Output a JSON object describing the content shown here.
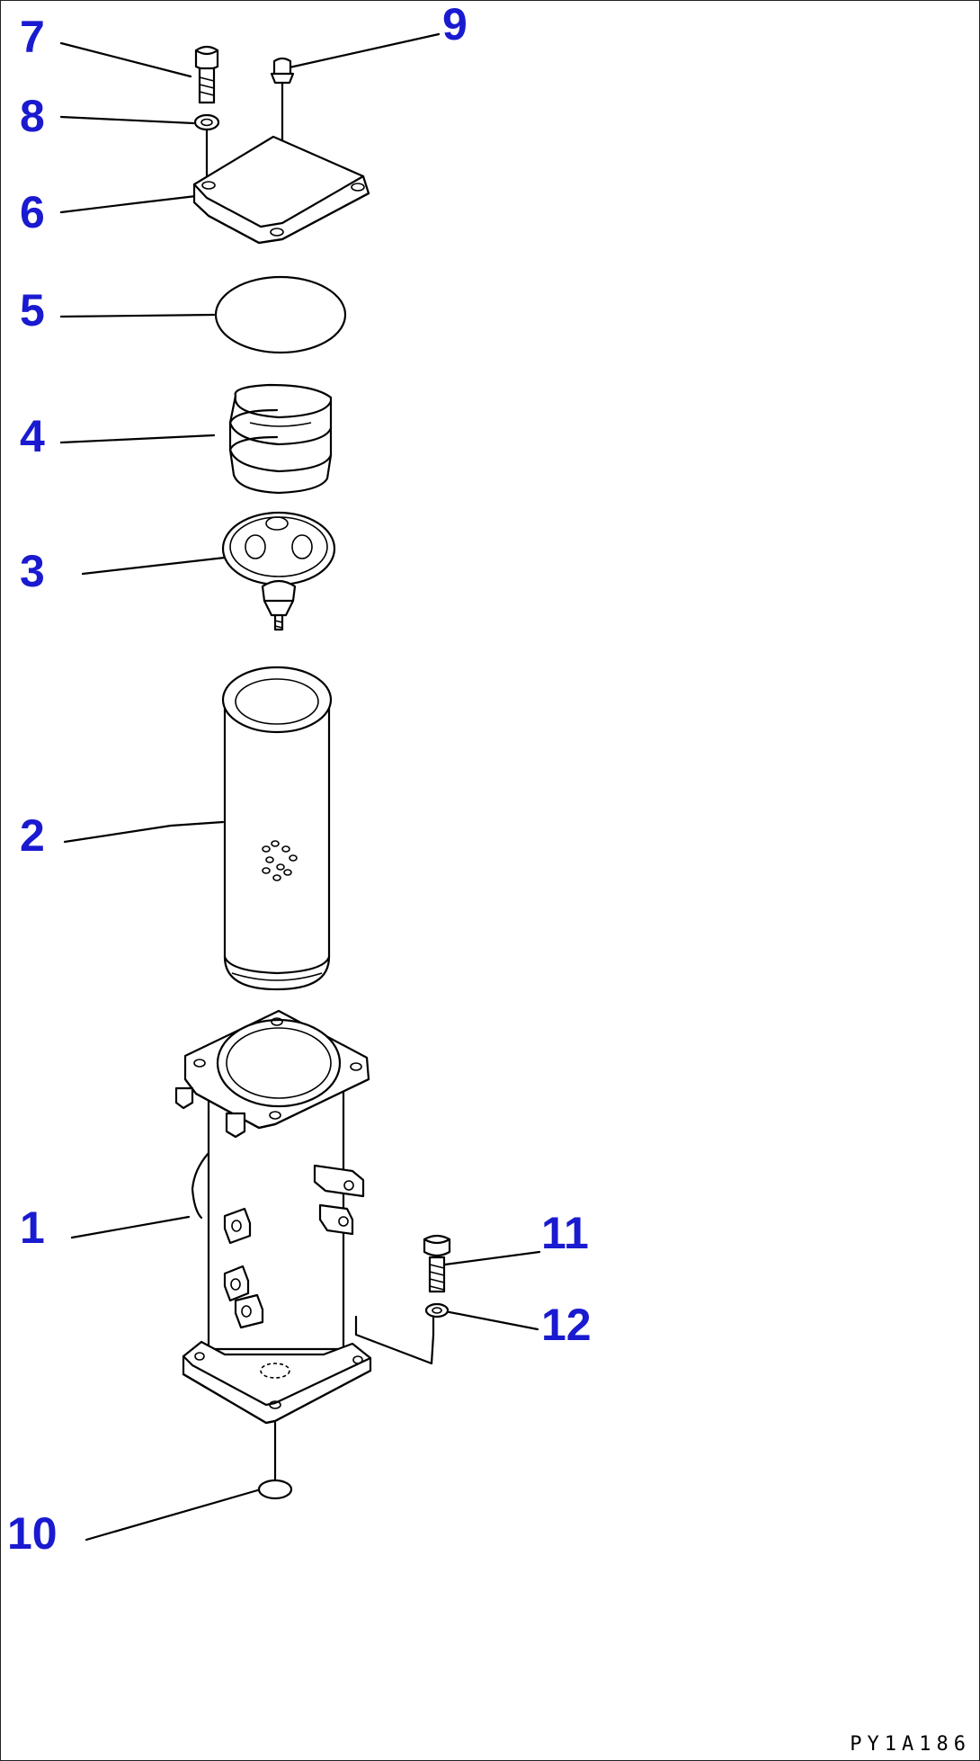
{
  "diagram": {
    "callouts": [
      "1",
      "2",
      "3",
      "4",
      "5",
      "6",
      "7",
      "8",
      "9",
      "10",
      "11",
      "12"
    ],
    "drawing_code": "PY1A186",
    "label_color": "#1a1ad0",
    "line_color": "#000000"
  }
}
